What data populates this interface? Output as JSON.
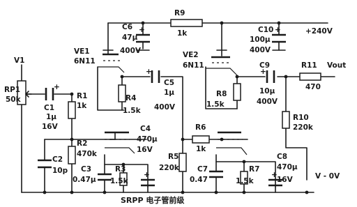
{
  "labels": {
    "v1": "V1",
    "rp1": "RP1",
    "rp1_val": "50k",
    "c1": "C1",
    "c1_cap": "1μ",
    "c1_volt": "16V",
    "r1": "R1",
    "r1_val": "1k",
    "ve1": "VE1",
    "ve1_type": "6N11",
    "c6": "C6",
    "c6_cap": "47μ",
    "c6_volt": "400V",
    "r9": "R9",
    "r9_val": "1k",
    "c10": "C10",
    "c10_cap": "100μ",
    "c10_volt": "400V",
    "b_plus": "+240V",
    "r4": "R4",
    "r4_val": "1.5k",
    "c5": "C5",
    "c5_cap": "1μ",
    "c5_volt": "400V",
    "ve2": "VE2",
    "ve2_type": "6N11",
    "r8": "R8",
    "r8_val": "1.5k",
    "c9": "C9",
    "c9_cap": "10μ",
    "c9_volt": "400V",
    "r11": "R11",
    "r11_val": "470",
    "vout": "Vout",
    "r10": "R10",
    "r10_val": "220k",
    "c4": "C4",
    "c4_cap": "470μ",
    "c4_volt": "16V",
    "r2": "R2",
    "r2_val": "470k",
    "c2": "C2",
    "c2_val": "10p",
    "c3": "C3",
    "c3_val": "0.47μ",
    "r3": "R3",
    "r3_val": "1.5k",
    "r5": "R5",
    "r5_val": "220k",
    "r6": "R6",
    "r6_val": "1k",
    "c7": "C7",
    "c7_val": "0.47",
    "r7": "R7",
    "r7_val": "1.5k",
    "c8": "C8",
    "c8_cap": "470μ",
    "c8_volt": "16V",
    "ground": "V - 0V",
    "plus": "+"
  },
  "caption": "SRPP 电子管前级"
}
